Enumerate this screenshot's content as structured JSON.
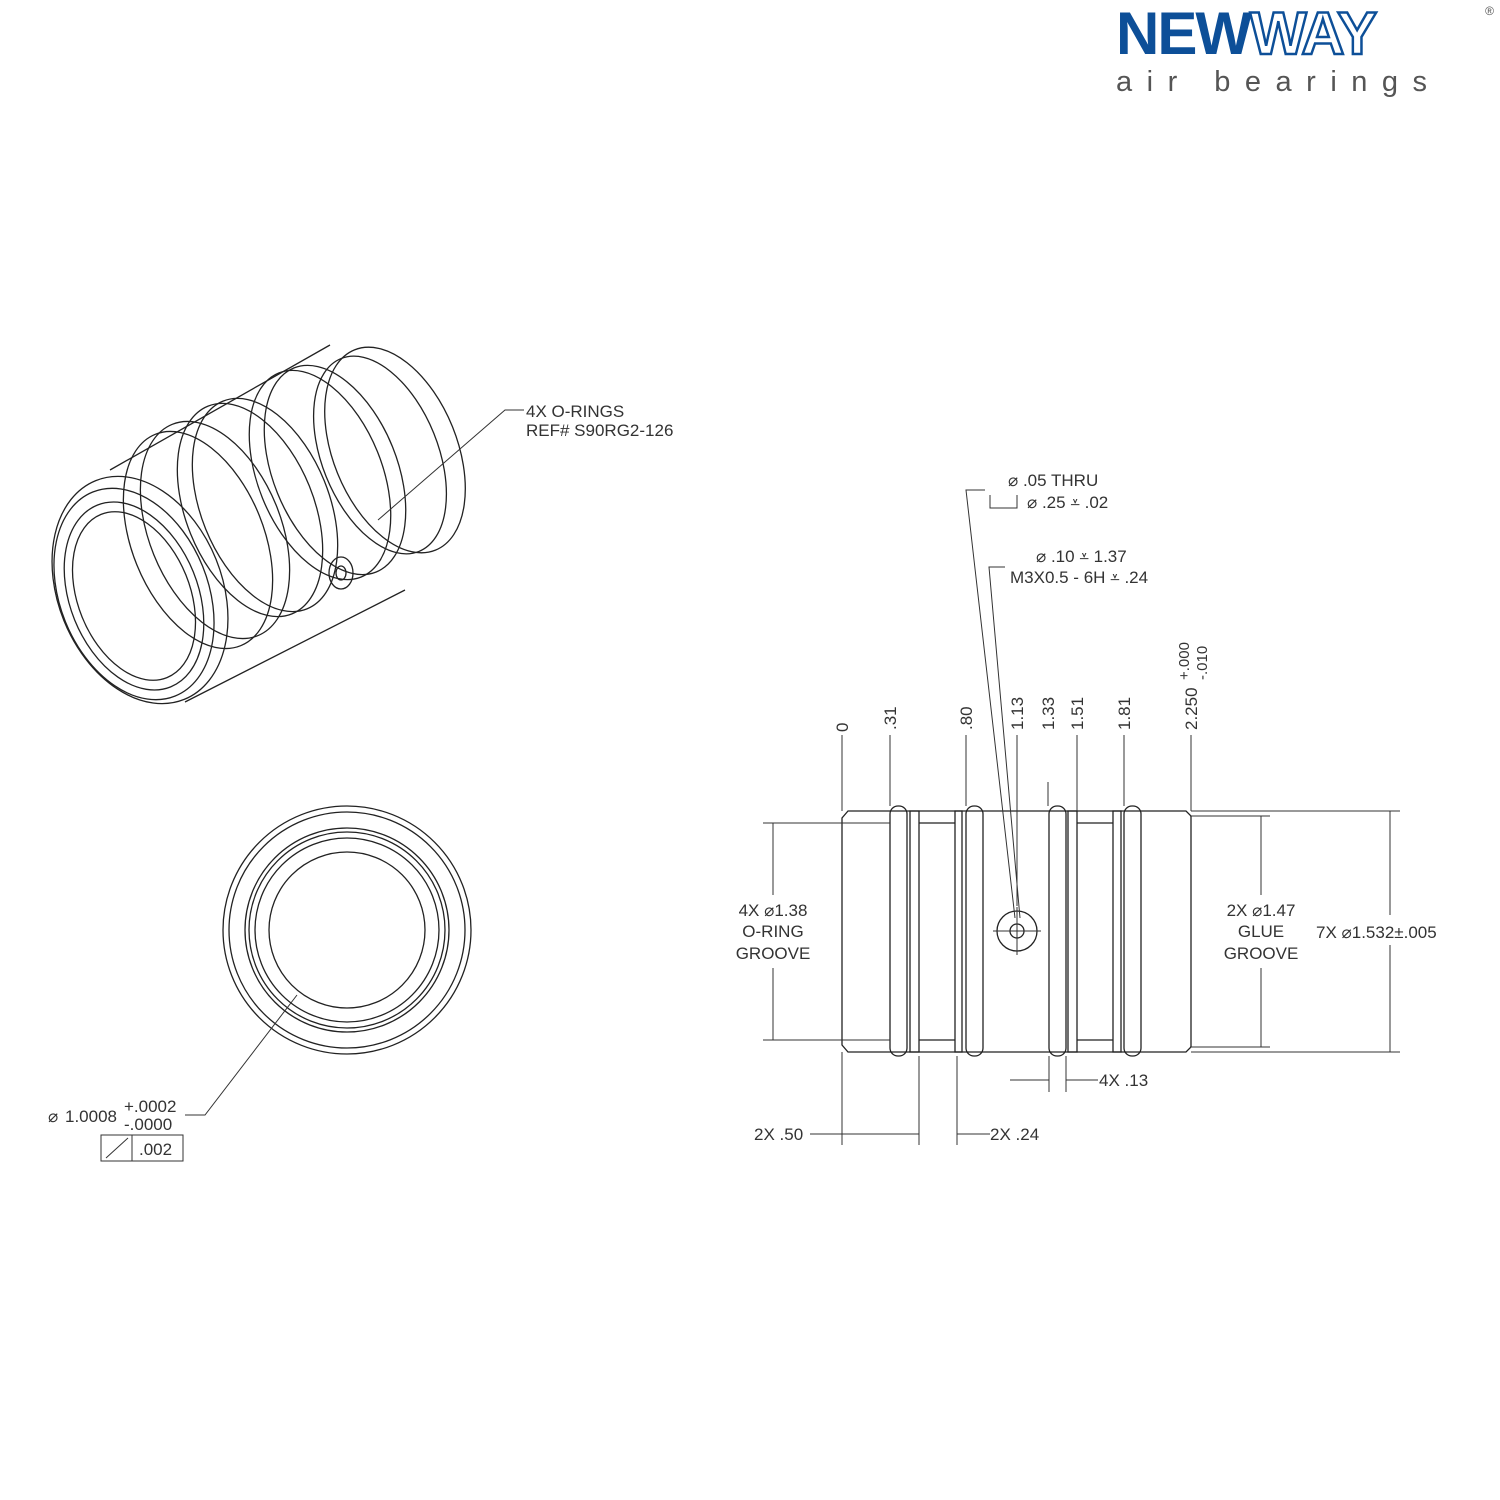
{
  "logo": {
    "brand_part1": "NEW",
    "brand_part2": "WAY",
    "registered": "®",
    "tagline": "air bearings",
    "color": "#0d4f98"
  },
  "iso_view": {
    "callout_line1": "4X O-RINGS",
    "callout_line2": "REF# S90RG2-126"
  },
  "end_view": {
    "diameter_symbol": "⌀",
    "bore_diameter": "1.0008",
    "tol_plus": "+.0002",
    "tol_minus": "-.0000",
    "runout_value": ".002"
  },
  "side_view": {
    "hole_note": {
      "line1": "⌀ .05 THRU",
      "line2": "⌀ .25 ⩡ .02"
    },
    "thread_note": {
      "line1": "⌀ .10 ⩡ 1.37",
      "line2": "M3X0.5 - 6H ⩡ .24"
    },
    "ordinates": [
      "0",
      ".31",
      ".80",
      "1.13",
      "1.33",
      "1.51",
      "1.81"
    ],
    "overall_length": {
      "value": "2.250",
      "tol_plus": "+.000",
      "tol_minus": "-.010"
    },
    "oring_groove": {
      "line1": "4X ⌀1.38",
      "line2": "O-RING",
      "line3": "GROOVE"
    },
    "glue_groove": {
      "line1": "2X ⌀1.47",
      "line2": "GLUE",
      "line3": "GROOVE"
    },
    "outer_diameter": "7X ⌀1.532±.005",
    "groove_width": "4X .13",
    "end_length": "2X .50",
    "land_width": "2X .24"
  }
}
